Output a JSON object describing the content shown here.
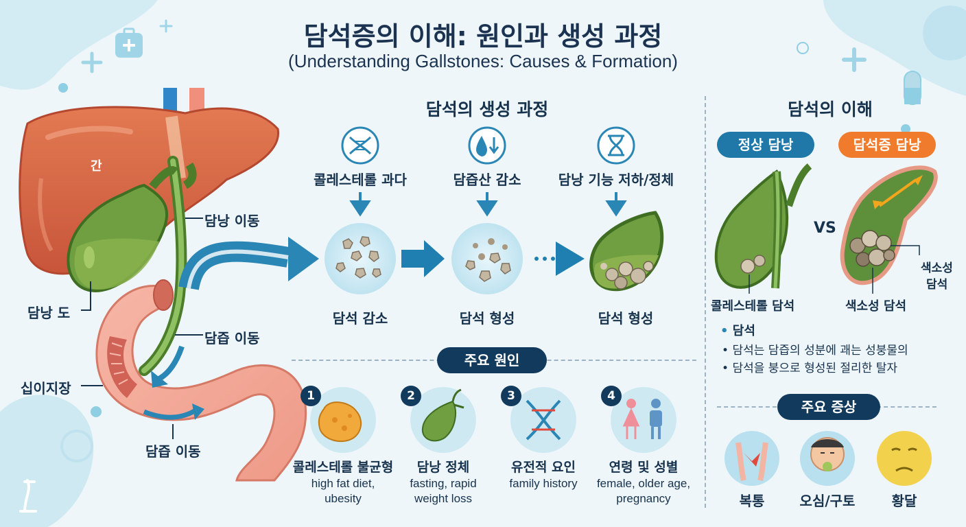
{
  "header": {
    "title": "담석증의 이해: 원인과 생성 과정",
    "subtitle": "(Understanding Gallstones: Causes & Formation)"
  },
  "anatomy": {
    "liver": "간",
    "gallbladder_duct": "담낭 도",
    "gallbladder_move": "담낭 이동",
    "bile_move_1": "담즙 이동",
    "duodenum": "십이지장",
    "bile_move_2": "담즙 이동"
  },
  "formation": {
    "heading": "담석의 생성 과정",
    "causes": [
      {
        "label": "콜레스테롤 과다",
        "icon": "dna-icon"
      },
      {
        "label": "담즙산 감소",
        "icon": "droplet-down-icon"
      },
      {
        "label": "담낭 기능 저하/정체",
        "icon": "hourglass-icon"
      }
    ],
    "stages": [
      "담석 감소",
      "담석 형성",
      "담석 형성"
    ]
  },
  "main_causes": {
    "heading": "주요 원인",
    "items": [
      {
        "num": "1",
        "title": "콜레스테롤 불균형",
        "sub1": "high fat diet,",
        "sub2": "ubesity"
      },
      {
        "num": "2",
        "title": "담낭 정체",
        "sub1": "fasting, rapid",
        "sub2": "weight loss"
      },
      {
        "num": "3",
        "title": "유전적 요인",
        "sub1": "family history",
        "sub2": ""
      },
      {
        "num": "4",
        "title": "연령 및 성별",
        "sub1": "female, older age,",
        "sub2": "pregnancy"
      }
    ]
  },
  "understanding": {
    "heading": "담석의 이해",
    "normal_pill": "정상 담낭",
    "disease_pill": "담석증 담낭",
    "vs": "VS",
    "normal_label": "콜레스테롤 담석",
    "pigment_label_1": "색소성",
    "pigment_label_2": "담석",
    "disease_label": "색소성 담석",
    "bullet_title": "담석",
    "bullets": [
      "담석는 담즙의 성분에 괘는 성붕물의",
      "담석을 붕으로 형성된 절리한 탈자"
    ]
  },
  "symptoms": {
    "heading": "주요 증상",
    "items": [
      "복통",
      "오심/구토",
      "황달"
    ]
  },
  "colors": {
    "navy": "#123a5c",
    "blue_pill": "#1f78a8",
    "orange_pill": "#f07b2c",
    "liver": "#d7643f",
    "gallbladder": "#5e8f3a",
    "arrow_blue": "#1f7fb0"
  }
}
